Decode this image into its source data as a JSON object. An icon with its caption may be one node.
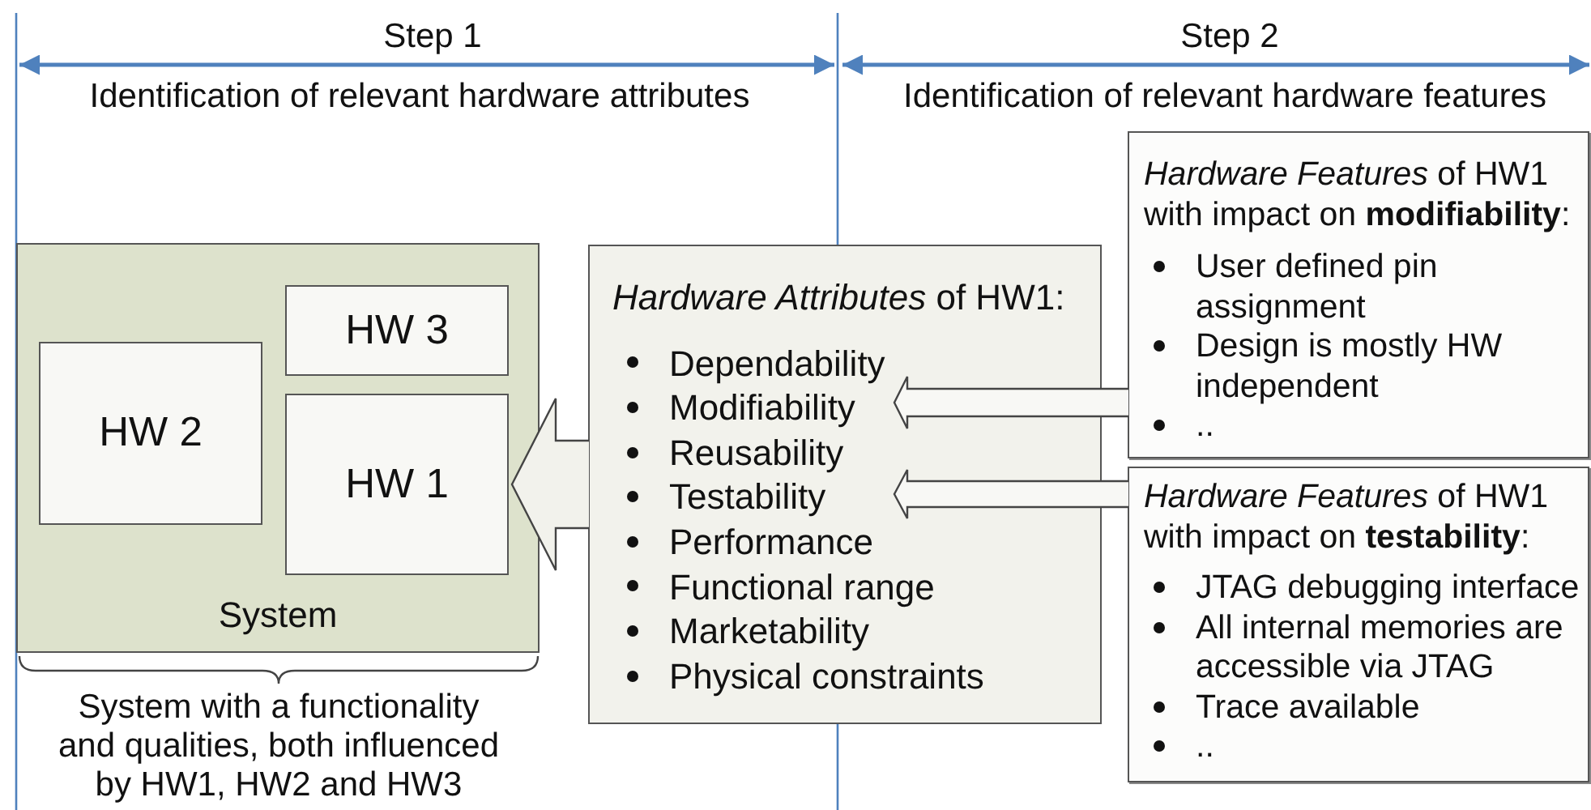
{
  "diagram": {
    "nodes": [
      {
        "text": [
          "System"
        ]
      },
      {
        "text": [
          "HW 2"
        ],
        "in": 0
      },
      {
        "text": [
          "HW 3"
        ],
        "in": 0
      },
      {
        "text": [
          "HW 1"
        ],
        "in": 0
      },
      {
        "text": [
          "*Hardware Attributes* of HW1:",
          "Dependability",
          "Modifiability",
          "Reusability",
          "Testability",
          "Performance",
          "Functional range",
          "Marketability",
          "Physical constraints"
        ]
      },
      {
        "text": [
          "*Hardware Features* of HW1 with impact on **modifiability**:",
          "User defined pin assignment",
          "Design is mostly HW independent",
          ".."
        ]
      },
      {
        "text": [
          "*Hardware Features* of HW1 with impact on **testability**:",
          "JTAG debugging interface",
          "All internal memories are accessible via JTAG",
          "Trace available",
          ".."
        ]
      }
    ],
    "edges": [
      {
        "from": 4,
        "to": 3,
        "arrow": "to"
      },
      {
        "from": 5,
        "to": 4,
        "arrow": "to"
      },
      {
        "from": 6,
        "to": 4,
        "arrow": "to"
      }
    ],
    "labels": [
      "Step 1",
      "Step 2",
      "Identification of relevant hardware attributes",
      "Identification of relevant hardware features",
      "System with a functionality and qualities, both influenced by HW1, HW2 and HW3"
    ]
  }
}
